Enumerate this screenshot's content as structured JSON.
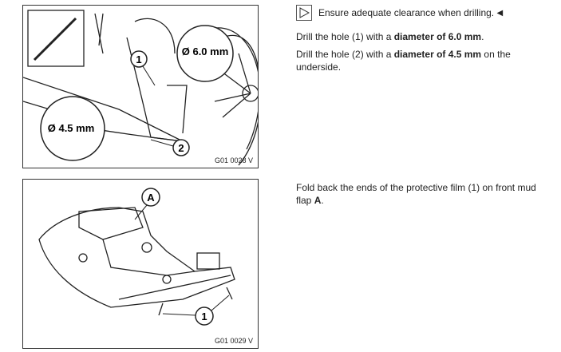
{
  "figure1": {
    "code": "G01 0028 V",
    "labels": {
      "d1": "Ø 6.0 mm",
      "d2": "Ø 4.5 mm",
      "n1": "1",
      "n2": "2"
    }
  },
  "figure2": {
    "code": "G01 0029 V",
    "labels": {
      "a": "A",
      "n1": "1"
    }
  },
  "step1": {
    "note": "Ensure adequate clearance when drilling.",
    "end_marker": "◀",
    "line1_pre": "Drill the hole (1) with a ",
    "line1_bold": "diameter of 6.0 mm",
    "line1_post": ".",
    "line2_pre": "Drill the hole (2) with a ",
    "line2_bold": "diameter of 4.5 mm",
    "line2_post": " on the underside."
  },
  "step2": {
    "pre": "Fold back the ends of the protective film (1) on front mud flap ",
    "bold": "A",
    "post": "."
  }
}
